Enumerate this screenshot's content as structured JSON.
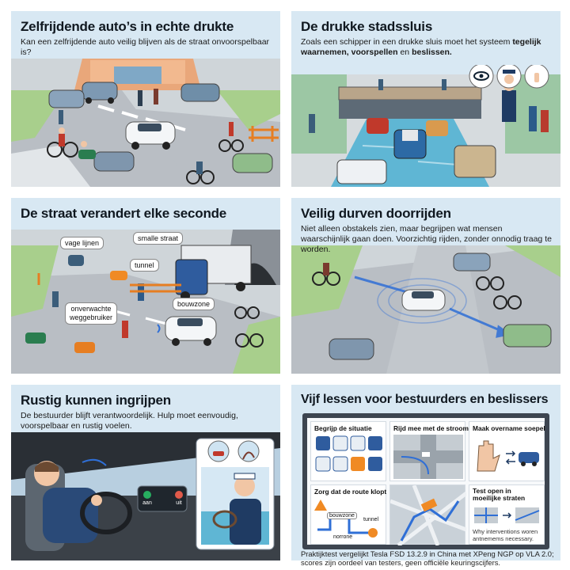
{
  "panels": {
    "p1": {
      "title": "Zelfrijdende auto’s in echte drukte",
      "subtitle": "Kan een zelfrijdende auto veilig blijven als de straat onvoorspelbaar is?"
    },
    "p2": {
      "title": "De drukke stadssluis",
      "subtitle_pre": "Zoals een schipper in een drukke sluis moet het systeem ",
      "subtitle_b1": "tegelijk waarnemen, voorspellen",
      "subtitle_mid": " en ",
      "subtitle_b2": "beslissen."
    },
    "p3": {
      "title": "De straat verandert elke seconde",
      "labels": {
        "vage_lijnen": "vage lijnen",
        "smalle_straat": "smalle straat",
        "tunnel": "tunnel",
        "onverwachte": "onverwachte",
        "weggebruiker": "weggebruiker",
        "bouwzone": "bouwzone"
      }
    },
    "p4": {
      "title": "Veilig durven doorrijden",
      "subtitle": "Niet alleen obstakels zien, maar begrijpen wat mensen waarschijnlijk gaan doen. Voorzichtig rijden, zonder onnodig traag te worden."
    },
    "p5": {
      "title": "Rustig kunnen ingrijpen",
      "subtitle": "De bestuurder blijft verantwoordelijk. Hulp moet eenvoudig, voorspelbaar en rustig voelen.",
      "btn_on": "aan",
      "btn_off": "uit"
    },
    "p6": {
      "title": "Vijf lessen voor bestuurders en beslissers",
      "cells": {
        "c1": "Begrijp de situatie",
        "c2": "Rijd mee met de stroom",
        "c3": "Maak overname soepel",
        "c4": "Zorg dat de route klopt",
        "c5_line1": "Test open in",
        "c5_line2": "moeilijke straten",
        "c4_bouwzone": "bouwzone",
        "c4_tunnel": "tunnel",
        "c4_norrone": "norrone",
        "c5_note1": "Why interventions woren",
        "c5_note2": "antnemems necessary."
      }
    }
  },
  "caption": "Praktijktest vergelijkt Tesla FSD 13.2.9 in China met XPeng NGP op VLA 2.0; scores zijn oordeel van testers, geen officiële keuringscijfers.",
  "colors": {
    "panel_bg": "#d8e8f3",
    "road": "#b9bec4",
    "accent_blue": "#2f6fd6",
    "orange": "#f08a24"
  }
}
